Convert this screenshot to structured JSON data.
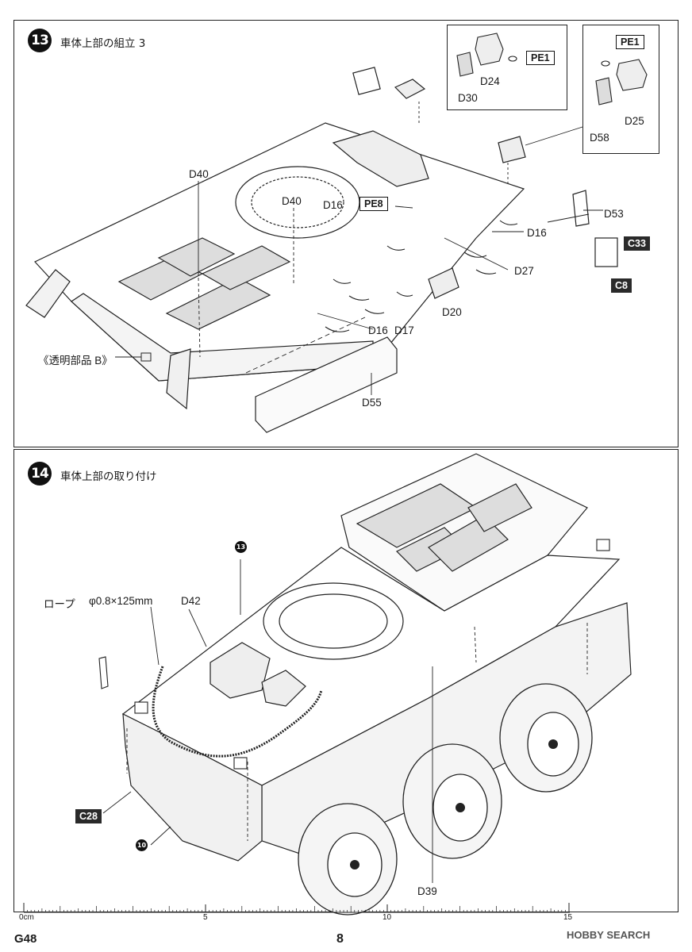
{
  "step13": {
    "number": "13",
    "title": "車体上部の組立 3",
    "labels": {
      "d40a": "D40",
      "d40b": "D40",
      "d16a": "D16",
      "d16b": "D16",
      "d16c": "D16",
      "d17": "D17",
      "d20": "D20",
      "d27": "D27",
      "d53": "D53",
      "d55": "D55",
      "clear_parts": "《透明部品 B》"
    },
    "boxed": {
      "pe8": "PE8"
    },
    "dark": {
      "c33": "C33",
      "c8": "C8"
    },
    "inset1": {
      "pe1": "PE1",
      "d24": "D24",
      "d30": "D30"
    },
    "inset2": {
      "pe1": "PE1",
      "d25": "D25",
      "d58": "D58"
    }
  },
  "step14": {
    "number": "14",
    "title": "車体上部の取り付け",
    "rope_label": "ロープ",
    "rope_spec": "φ0.8×125mm",
    "labels": {
      "d42": "D42",
      "d39": "D39"
    },
    "dark": {
      "c28": "C28"
    },
    "ref_step13": "13",
    "ref_step10": "10"
  },
  "ruler": {
    "zero": "0cm",
    "five": "5",
    "ten": "10",
    "fifteen": "15"
  },
  "footer": {
    "kit_id": "G48",
    "page": "8",
    "watermark": "HOBBY SEARCH"
  }
}
